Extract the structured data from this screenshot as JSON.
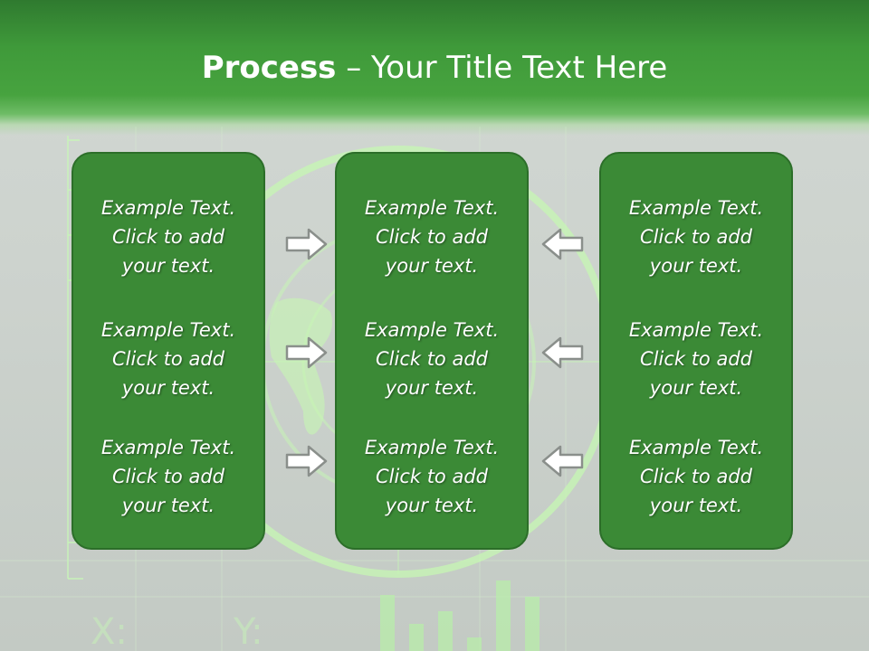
{
  "title": {
    "bold": "Process",
    "rest": " – Your Title Text Here"
  },
  "panels": [
    {
      "items": [
        {
          "line1": "Example Text.",
          "line2": "Click  to add",
          "line3": "your text."
        },
        {
          "line1": "Example Text.",
          "line2": "Click  to add",
          "line3": "your text."
        },
        {
          "line1": "Example Text.",
          "line2": "Click  to add",
          "line3": "your text."
        }
      ]
    },
    {
      "items": [
        {
          "line1": "Example Text.",
          "line2": "Click  to add",
          "line3": "your text."
        },
        {
          "line1": "Example Text.",
          "line2": "Click  to add",
          "line3": "your text."
        },
        {
          "line1": "Example Text.",
          "line2": "Click  to add",
          "line3": "your text."
        }
      ]
    },
    {
      "items": [
        {
          "line1": "Example Text.",
          "line2": "Click  to add",
          "line3": "your text."
        },
        {
          "line1": "Example Text.",
          "line2": "Click  to add",
          "line3": "your text."
        },
        {
          "line1": "Example Text.",
          "line2": "Click  to add",
          "line3": "your text."
        }
      ]
    }
  ],
  "background": {
    "x_axis_label": "X:",
    "y_axis_label": "Y:"
  },
  "colors": {
    "header_green": "#47a33f",
    "panel_green": "#3b8a36",
    "panel_border": "#2c6e29",
    "background": "#cdd3ce",
    "accent_light_green": "#b8f0a8"
  },
  "icons": {
    "left_arrows": "right-arrow-icon",
    "right_arrows": "left-arrow-icon",
    "background_globe": "globe-icon"
  }
}
